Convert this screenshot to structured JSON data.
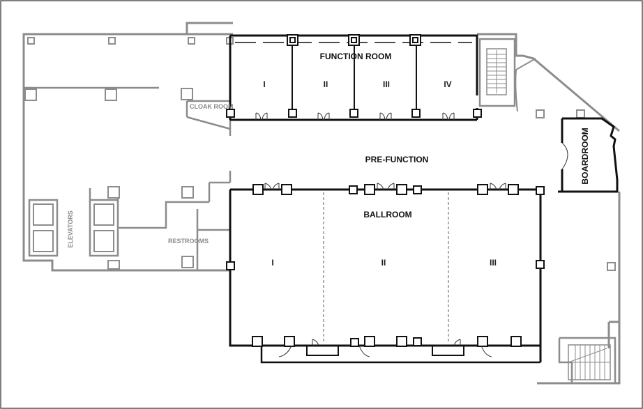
{
  "rooms": {
    "function_room": "FUNCTION ROOM",
    "pre_function": "PRE-FUNCTION",
    "ballroom": "BALLROOM",
    "boardroom": "BOARDROOM",
    "cloak_room": "CLOAK ROOM",
    "elevators": "ELEVATORS",
    "restrooms": "RESTROOMS"
  },
  "function_room_sections": [
    "I",
    "II",
    "III",
    "IV"
  ],
  "ballroom_sections": [
    "I",
    "II",
    "III"
  ],
  "colors": {
    "wall_dark": "#111111",
    "wall_grey": "#8c8c8c",
    "divider_dashed": "#777777",
    "background": "#ffffff"
  }
}
